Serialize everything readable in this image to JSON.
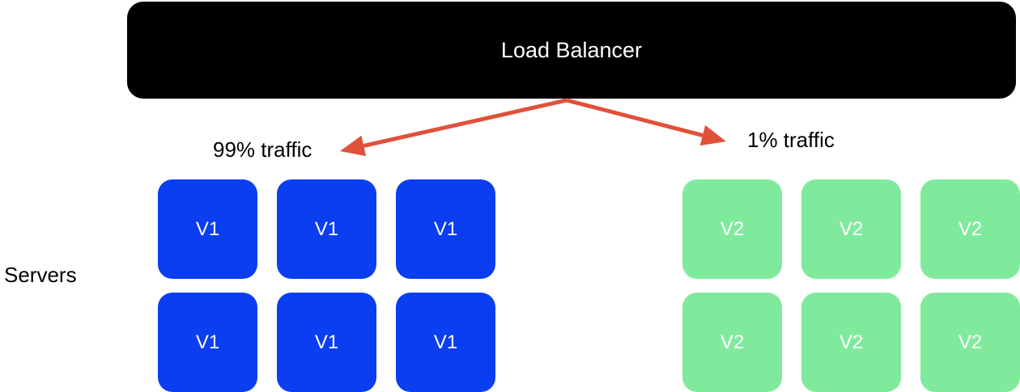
{
  "load_balancer": {
    "label": "Load Balancer"
  },
  "traffic": {
    "v1_label": "99% traffic",
    "v2_label": "1% traffic",
    "arrow_color": "#e0513a"
  },
  "servers_label": "Servers",
  "server_groups": [
    {
      "version": "V1",
      "color": "#0a3ef0",
      "servers": [
        "V1",
        "V1",
        "V1",
        "V1",
        "V1",
        "V1"
      ]
    },
    {
      "version": "V2",
      "color": "#80ea9c",
      "servers": [
        "V2",
        "V2",
        "V2",
        "V2",
        "V2",
        "V2"
      ]
    }
  ]
}
